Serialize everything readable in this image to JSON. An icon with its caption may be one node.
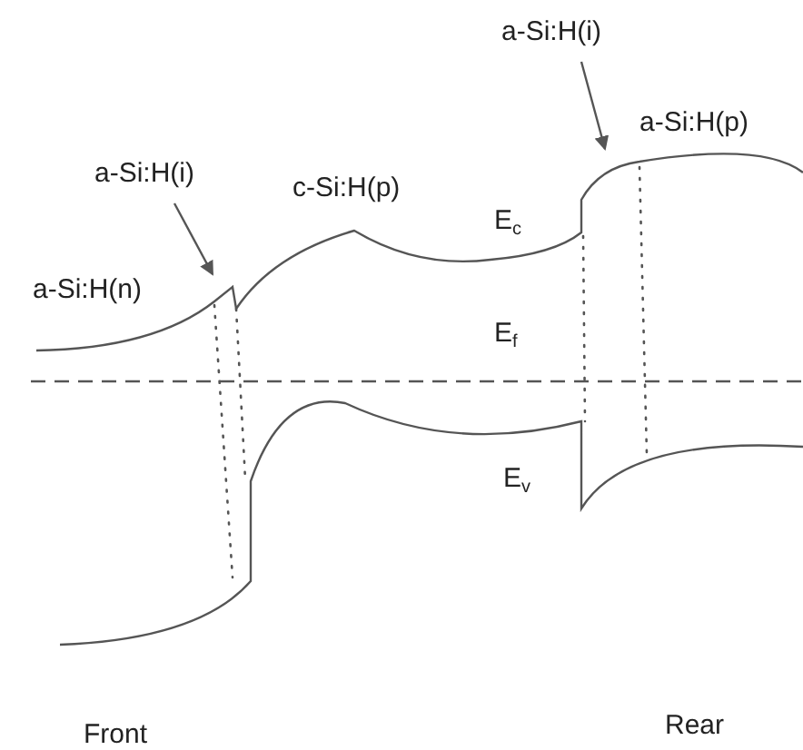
{
  "diagram": {
    "nodes": [
      {
        "text": [
          "a-Si:H(i)"
        ]
      },
      {
        "text": [
          "a-Si:H(i)"
        ]
      }
    ],
    "edges": [
      {
        "from": 0,
        "to": null,
        "arrow": "to"
      },
      {
        "from": 1,
        "to": null,
        "arrow": "to"
      }
    ],
    "labels": [
      "a-Si:H(p)",
      "c-Si:H(p)",
      "E$_{c}$",
      "a-Si:H(n)",
      "E$_{f}$",
      "E$_{v}$",
      "Front",
      "Rear"
    ]
  }
}
